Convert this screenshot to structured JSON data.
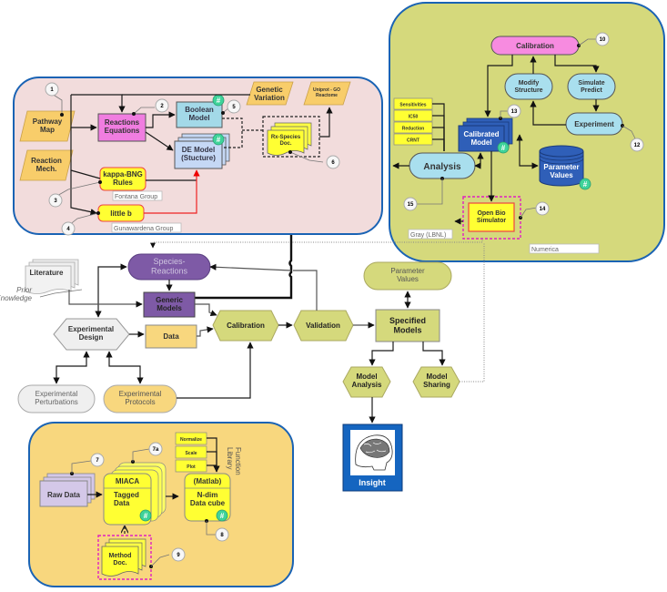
{
  "panels": {
    "model_building": {
      "bg": "#f2dcdc",
      "border": "#1a63b4"
    },
    "calibration": {
      "bg": "#d5d97c",
      "border": "#1a63b4"
    },
    "data": {
      "bg": "#f8d77e",
      "border": "#1a63b4"
    }
  },
  "model_building": {
    "pathway_map": "Pathway|Map",
    "reaction_mech": "Reaction|Mech.",
    "reactions_equations": "Reactions|Equations",
    "boolean_model": "Boolean|Model",
    "de_model": "DE Model|(Stucture)",
    "genetic_variation": "Genetic|Variation",
    "uniprot": "Uniprot - GO|Reactome",
    "rx_species_doc": "Rx-Species|Doc.",
    "kappa_bng": "kappa-BNG|Rules",
    "little_b": "little b",
    "fontana_group": "Fontana Group",
    "gunawardena_group": "Gunawardena Group",
    "callouts": [
      "1",
      "2",
      "3",
      "4",
      "5",
      "6"
    ]
  },
  "calibration_panel": {
    "calibration": "Calibration",
    "modify_structure": "Modify|Structure",
    "simulate_predict": "Simulate|Predict",
    "experiment": "Experiment",
    "calibrated_model": "Calibrated|Model",
    "parameter_values": "Parameter|Values",
    "analysis": "Analysis",
    "open_bio_simulator": "Open Bio|Simulator",
    "analysis_methods": [
      "Sensitivities",
      "IC50",
      "Reduction",
      "CRNT"
    ],
    "gray_lbnl": "Gray (LBNL)",
    "numerica": "Numerica",
    "callouts": [
      "10",
      "12",
      "13",
      "14",
      "15"
    ]
  },
  "workflow": {
    "literature": "Literature",
    "prior_knowledge": "Prior|Knowledge",
    "species_reactions": "Species-|Reactions",
    "generic_models": "Generic|Models",
    "experimental_design": "Experimental|Design",
    "data": "Data",
    "calibration": "Calibration",
    "validation": "Validation",
    "parameter_values": "Parameter|Values",
    "specified_models": "Specified|Models",
    "model_analysis": "Model|Analysis",
    "model_sharing": "Model|Sharing",
    "experimental_perturbations": "Experimental|Perturbations",
    "experimental_protocols": "Experimental|Protocols",
    "insight": "Insight"
  },
  "data_panel": {
    "raw_data": "Raw Data",
    "miaca_title": "MIACA",
    "miaca_body": "Tagged|Data",
    "matlab_title": "(Matlab)",
    "matlab_body": "N-dim|Data cube",
    "method_doc": "Method|Doc.",
    "function_library": "Function|Library",
    "functions": [
      "Normalize",
      "Scale",
      "Plot"
    ],
    "callouts": [
      "7",
      "7a",
      "8",
      "9"
    ]
  },
  "badge": "#"
}
